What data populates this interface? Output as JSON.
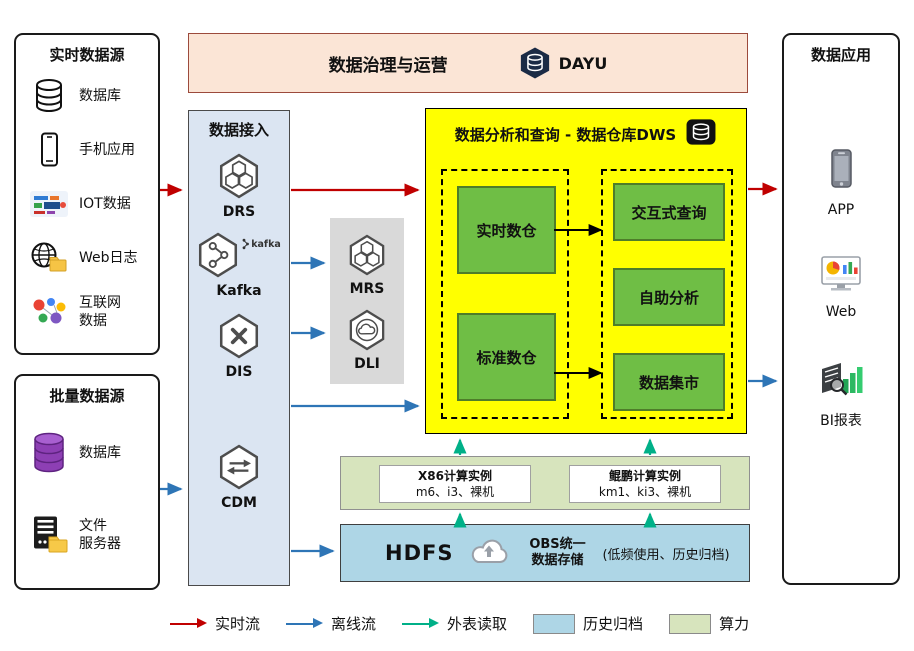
{
  "banner": {
    "title": "数据治理与运营",
    "logo_text": "DAYU"
  },
  "realtime_sources": {
    "title": "实时数据源",
    "items": [
      {
        "label": "数据库"
      },
      {
        "label": "手机应用"
      },
      {
        "label": "IOT数据"
      },
      {
        "label": "Web日志"
      },
      {
        "label": "互联网\n数据"
      }
    ]
  },
  "batch_sources": {
    "title": "批量数据源",
    "items": [
      {
        "label": "数据库"
      },
      {
        "label": "文件\n服务器"
      }
    ]
  },
  "ingestion": {
    "title": "数据接入",
    "items": [
      {
        "label": "DRS"
      },
      {
        "label": "Kafka",
        "icon_caption": "kafka"
      },
      {
        "label": "DIS"
      },
      {
        "label": "CDM"
      }
    ]
  },
  "processing": {
    "items": [
      {
        "label": "MRS"
      },
      {
        "label": "DLI"
      }
    ]
  },
  "dws": {
    "title": "数据分析和查询 - 数据仓库DWS",
    "warehouse_items": [
      {
        "label": "实时数仓"
      },
      {
        "label": "标准数仓"
      }
    ],
    "analysis_items": [
      {
        "label": "交互式查询"
      },
      {
        "label": "自助分析"
      },
      {
        "label": "数据集市"
      }
    ]
  },
  "compute": {
    "groups": [
      {
        "title": "X86计算实例",
        "spec": "m6、i3、裸机"
      },
      {
        "title": "鲲鹏计算实例",
        "spec": "km1、ki3、裸机"
      }
    ]
  },
  "storage": {
    "hdfs_label": "HDFS",
    "obs_label": "OBS统一\n数据存储",
    "obs_note": "(低频使用、历史归档)"
  },
  "apps": {
    "title": "数据应用",
    "items": [
      {
        "label": "APP"
      },
      {
        "label": "Web"
      },
      {
        "label": "BI报表"
      }
    ]
  },
  "legend": {
    "items": [
      {
        "label": "实时流",
        "type": "arrow",
        "color": "#C00000"
      },
      {
        "label": "离线流",
        "type": "arrow",
        "color": "#2E75B6"
      },
      {
        "label": "外表读取",
        "type": "arrow",
        "color": "#00B088"
      },
      {
        "label": "历史归档",
        "type": "box",
        "color": "#AED6E6"
      },
      {
        "label": "算力",
        "type": "box",
        "color": "#D7E4BD"
      }
    ]
  }
}
